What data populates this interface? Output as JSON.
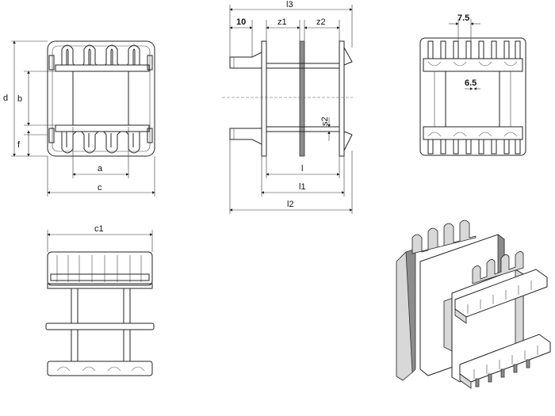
{
  "dimensions": {
    "d": "d",
    "b": "b",
    "f": "f",
    "a": "a",
    "c": "c",
    "l3": "l3",
    "ten": "10",
    "z1": "z1",
    "z2": "z2",
    "l": "l",
    "l1": "l1",
    "l2": "l2",
    "s2": "s2",
    "seven_five": "7.5",
    "six_five": "6.5",
    "c1": "c1"
  }
}
